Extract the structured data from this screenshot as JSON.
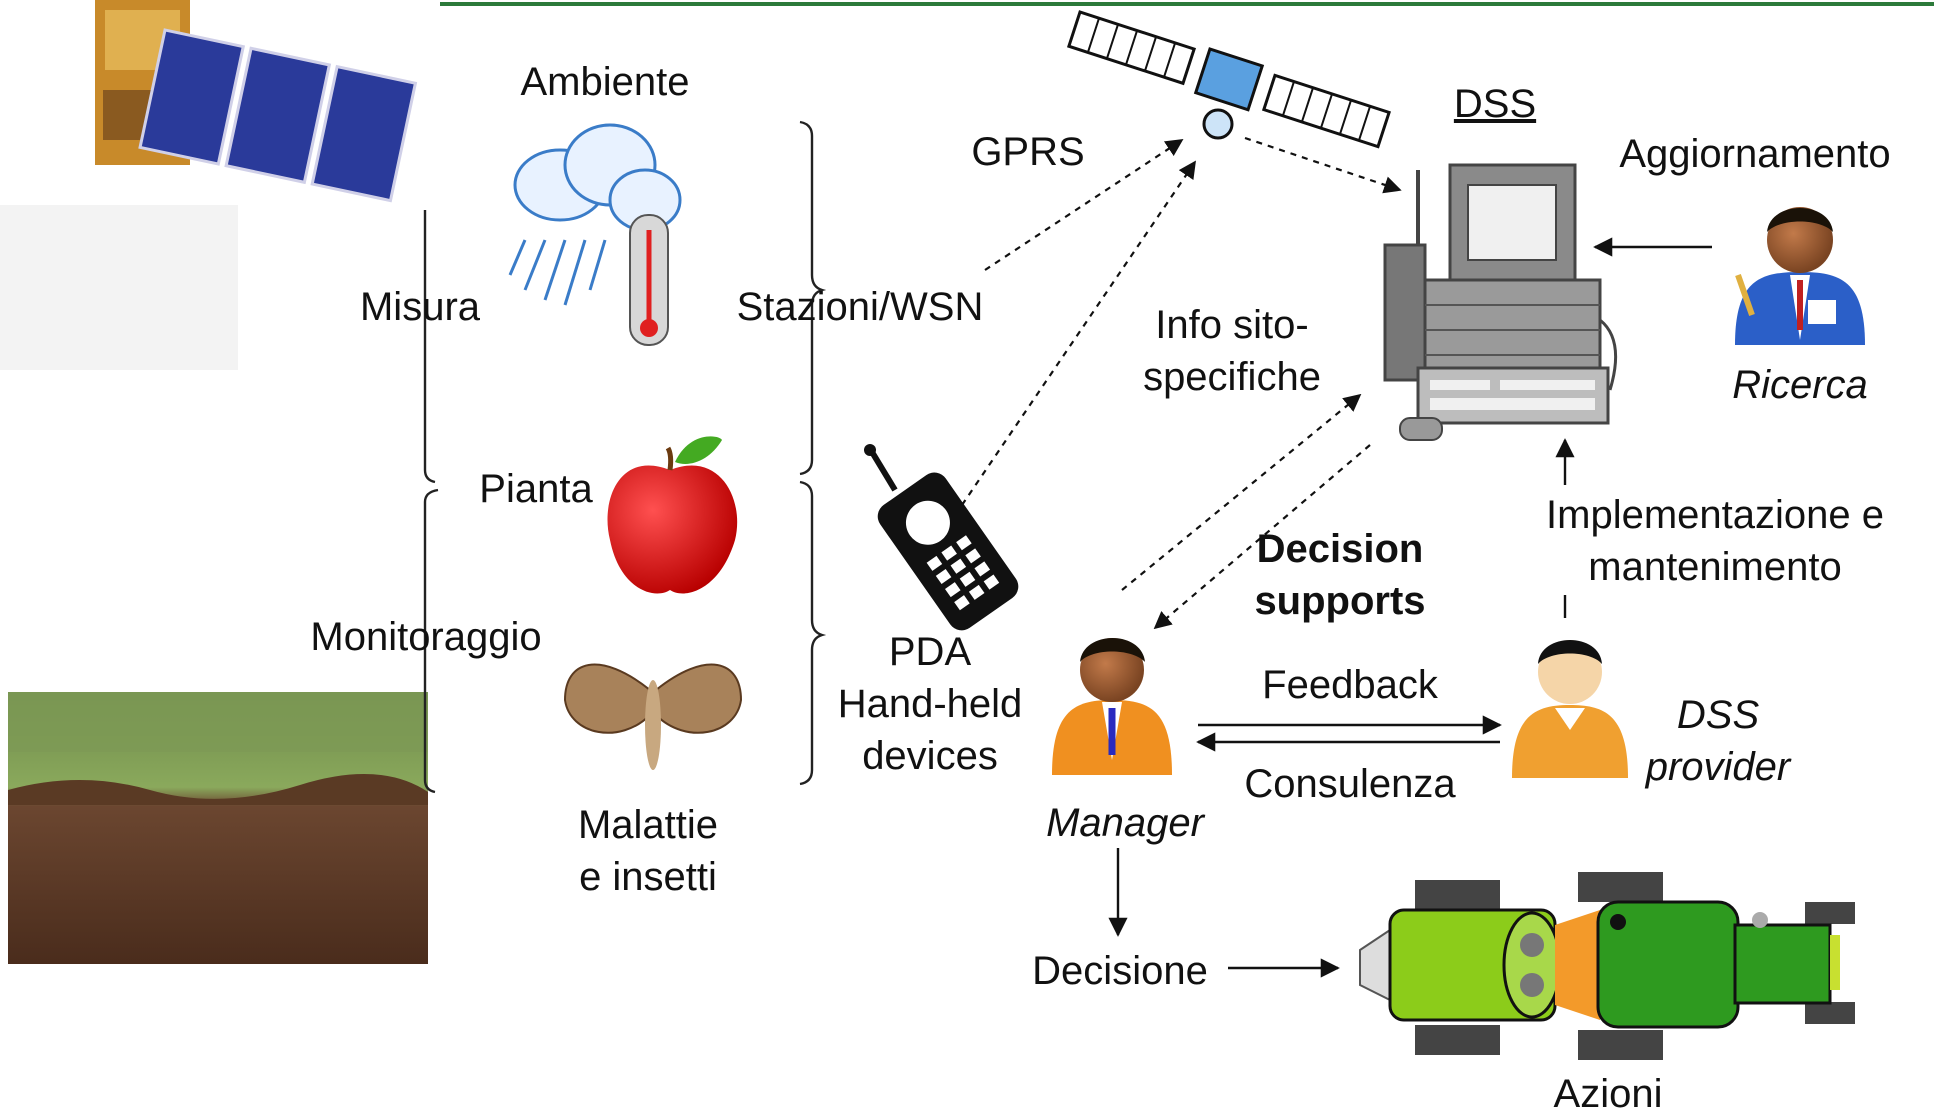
{
  "labels": {
    "ambiente": "Ambiente",
    "misura": "Misura",
    "pianta": "Pianta",
    "monitoraggio": "Monitoraggio",
    "malattie_1": "Malattie",
    "malattie_2": "e insetti",
    "stazioni": "Stazioni/WSN",
    "gprs": "GPRS",
    "pda_1": "PDA",
    "pda_2": "Hand-held",
    "pda_3": "devices",
    "info_1": "Info sito-",
    "info_2": "specifiche",
    "dss": "DSS",
    "aggiornamento": "Aggiornamento",
    "ricerca": "Ricerca",
    "implementazione_1": "Implementazione e",
    "implementazione_2": "mantenimento",
    "decision_1": "Decision",
    "decision_2": "supports",
    "feedback": "Feedback",
    "consulenza": "Consulenza",
    "manager": "Manager",
    "dss_provider_1": "DSS",
    "dss_provider_2": "provider",
    "decisione": "Decisione",
    "azioni": "Azioni"
  },
  "icons": [
    "satellite-photo",
    "weather-cloud-thermometer-icon",
    "apple-icon",
    "moth-icon",
    "soil-photo",
    "gps-satellite-icon",
    "handheld-phone-icon",
    "desktop-computer-icon",
    "researcher-person-icon",
    "manager-person-icon",
    "provider-person-icon",
    "tractor-icon"
  ],
  "colors": {
    "green": "#5aa816",
    "tractor_green": "#2e9a1f",
    "lime": "#8ccc1a",
    "orange": "#f39a2a",
    "sky": "#2b6fd6"
  }
}
